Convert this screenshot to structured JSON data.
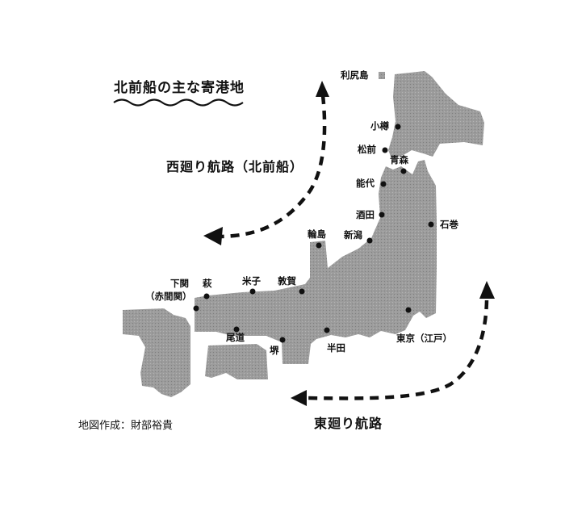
{
  "map": {
    "title": "北前船の主な寄港地",
    "routes": {
      "west": "西廻り航路（北前船）",
      "east": "東廻り航路"
    },
    "credit": "地図作成：財部裕貴",
    "ports": [
      {
        "id": "rishiri",
        "label": "利尻島"
      },
      {
        "id": "otaru",
        "label": "小樽"
      },
      {
        "id": "matsumae",
        "label": "松前"
      },
      {
        "id": "aomori",
        "label": "青森"
      },
      {
        "id": "noshiro",
        "label": "能代"
      },
      {
        "id": "sakata",
        "label": "酒田"
      },
      {
        "id": "ishinomaki",
        "label": "石巻"
      },
      {
        "id": "niigata",
        "label": "新潟"
      },
      {
        "id": "wajima",
        "label": "輪島"
      },
      {
        "id": "tsuruga",
        "label": "敦賀"
      },
      {
        "id": "yonago",
        "label": "米子"
      },
      {
        "id": "hagi",
        "label": "萩"
      },
      {
        "id": "shimonoseki",
        "label": "下関"
      },
      {
        "id": "akamagaseki",
        "label": "（赤間関）"
      },
      {
        "id": "onomichi",
        "label": "尾道"
      },
      {
        "id": "sakai",
        "label": "堺"
      },
      {
        "id": "handa",
        "label": "半田"
      },
      {
        "id": "tokyo",
        "label": "東京（江戸）"
      }
    ],
    "colors": {
      "land": "#9c9c9c",
      "ink": "#111111",
      "background": "#ffffff"
    }
  }
}
